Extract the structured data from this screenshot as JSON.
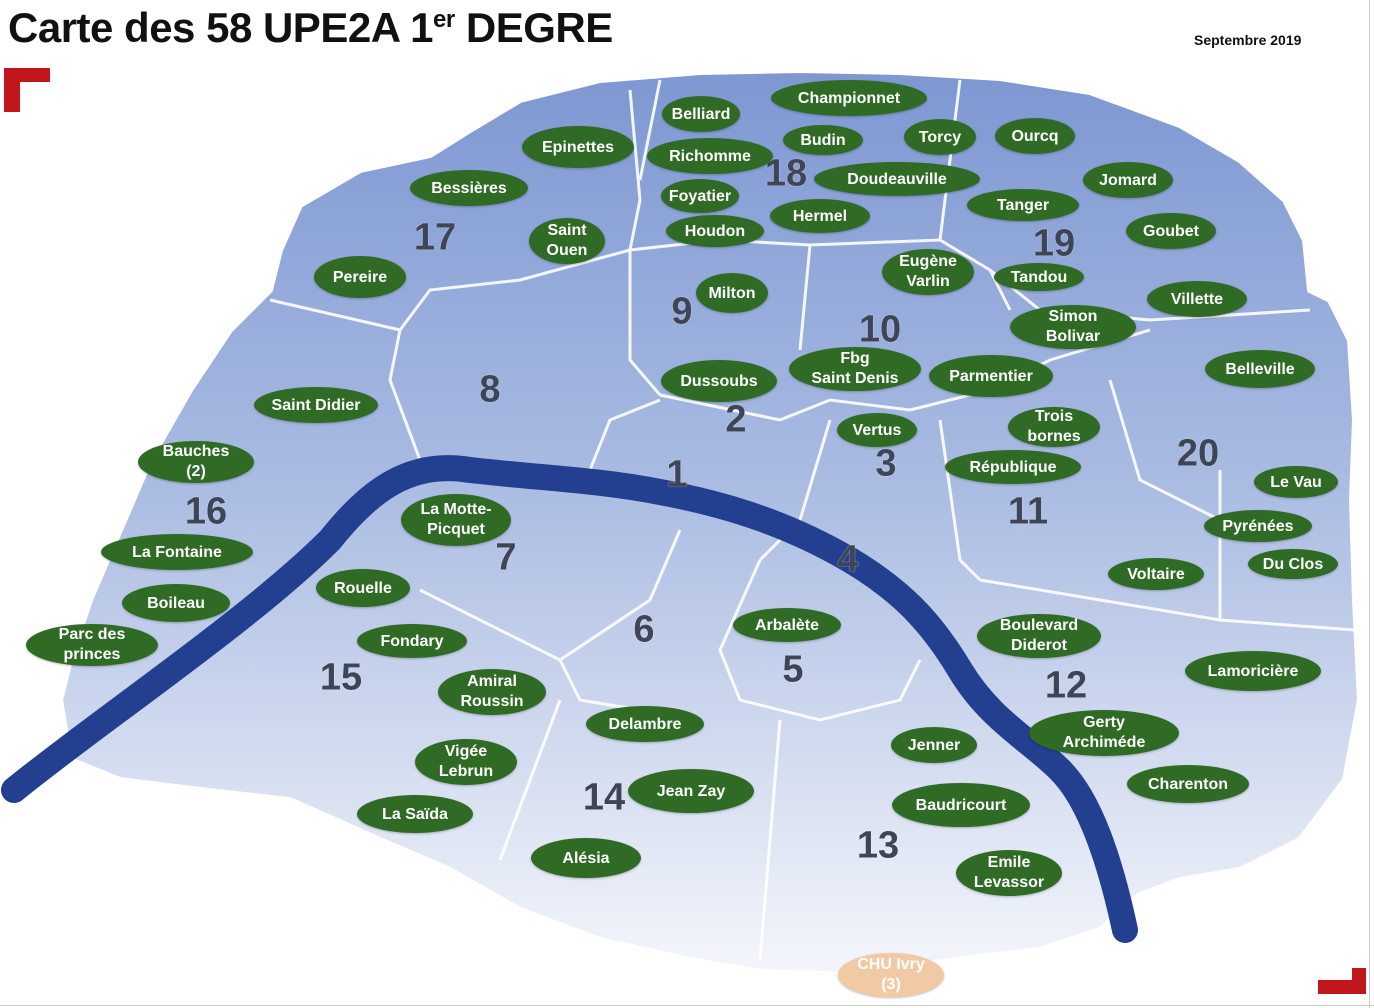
{
  "header": {
    "title_main": "Carte des 58 UPE2A 1",
    "title_sup": "er",
    "title_end": " DEGRE",
    "date": "Septembre 2019"
  },
  "colors": {
    "school_fill": "#2f6b25",
    "chu_fill": "#f2c9a5",
    "seine": "#233f8f",
    "map_top": "#7d97d2",
    "map_bottom": "#f2f5fb",
    "corner_mark": "#c0161c"
  },
  "arrondissements": [
    "1",
    "2",
    "3",
    "4",
    "5",
    "6",
    "7",
    "8",
    "9",
    "10",
    "11",
    "12",
    "13",
    "14",
    "15",
    "16",
    "17",
    "18",
    "19",
    "20"
  ],
  "schools": [
    "Championnet",
    "Belliard",
    "Budin",
    "Torcy",
    "Ourcq",
    "Epinettes",
    "Richomme",
    "Jomard",
    "Doudeauville",
    "Bessières",
    "Foyatier",
    "Tanger",
    "Hermel",
    "Goubet",
    "Saint\nOuen",
    "Houdon",
    "Eugène\nVarlin",
    "Tandou",
    "Pereire",
    "Milton",
    "Villette",
    "Simon\nBolivar",
    "Fbg\nSaint Denis",
    "Dussoubs",
    "Parmentier",
    "Belleville",
    "Saint Didier",
    "Vertus",
    "Trois\nbornes",
    "Bauches\n(2)",
    "République",
    "Le Vau",
    "La Motte-\nPicquet",
    "Pyrénées",
    "La Fontaine",
    "Du Clos",
    "Voltaire",
    "Rouelle",
    "Boileau",
    "Arbalète",
    "Boulevard\nDiderot",
    "Fondary",
    "Parc des\nprinces",
    "Lamoricière",
    "Amiral\nRoussin",
    "Gerty\nArchiméde",
    "Delambre",
    "Jenner",
    "Vigée\nLebrun",
    "Charenton",
    "Jean Zay",
    "Baudricourt",
    "La Saïda",
    "Alésia",
    "Emile\nLevassor"
  ],
  "special": [
    {
      "label": "CHU Ivry\n(3)"
    }
  ]
}
